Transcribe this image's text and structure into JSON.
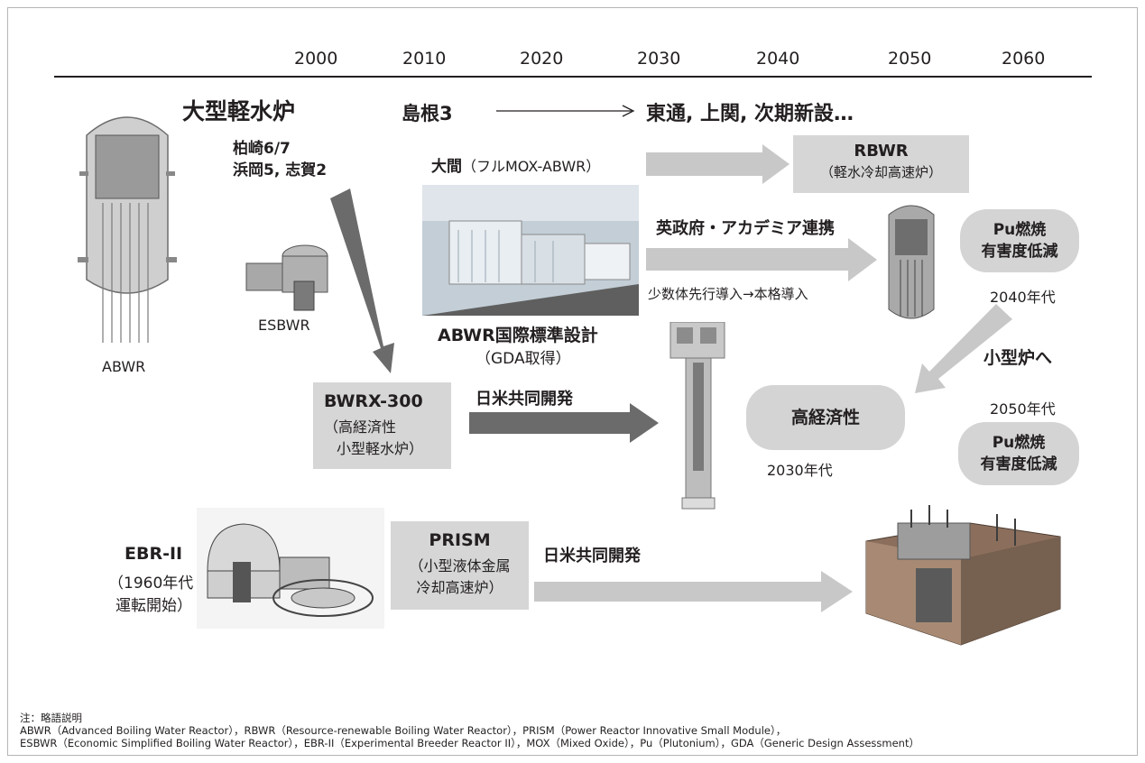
{
  "years": [
    "2000",
    "2010",
    "2020",
    "2030",
    "2040",
    "2050",
    "2060"
  ],
  "titles": {
    "large_lwr": "大型軽水炉",
    "kk": "柏崎6/7",
    "hamaoka": "浜岡5, 志賀2",
    "shimane": "島根3",
    "future_sites": "東通, 上関, 次期新設…",
    "oma_bold": "大間",
    "oma_sub": "（フルMOX-ABWR）",
    "uk_academia": "英政府・アカデミア連携",
    "phased": "少数体先行導入→本格導入",
    "abwr_std": "ABWR国際標準設計",
    "gda": "（GDA取得）",
    "to_small": "小型炉へ",
    "joint1": "日米共同開発",
    "joint2": "日米共同開発"
  },
  "boxes": {
    "rbwr_title": "RBWR",
    "rbwr_sub": "（軽水冷却高速炉）",
    "bwrx_title": "BWRX-300",
    "bwrx_sub1": "（高経済性",
    "bwrx_sub2": "小型軽水炉）",
    "prism_title": "PRISM",
    "prism_sub1": "（小型液体金属",
    "prism_sub2": "冷却高速炉）"
  },
  "pills": {
    "pu1_l1": "Pu燃焼",
    "pu1_l2": "有害度低減",
    "pu1_date": "2040年代",
    "econ": "高経済性",
    "econ_date": "2030年代",
    "pu2_date": "2050年代",
    "pu2_l1": "Pu燃焼",
    "pu2_l2": "有害度低減"
  },
  "labels": {
    "abwr": "ABWR",
    "esbwr": "ESBWR",
    "ebr": "EBR-II",
    "ebr_sub1": "（1960年代",
    "ebr_sub2": "運転開始）"
  },
  "notes": {
    "heading": "注：略語説明",
    "line1": "ABWR（Advanced Boiling Water Reactor），RBWR（Resource-renewable Boiling Water Reactor），PRISM（Power Reactor Innovative Small Module），",
    "line2": "ESBWR（Economic Simplified Boiling Water Reactor），EBR-II（Experimental Breeder Reactor II），MOX（Mixed Oxide），Pu（Plutonium），GDA（Generic Design Assessment）"
  },
  "colors": {
    "arrow_light": "#c8c8c8",
    "arrow_dark": "#6b6b6b",
    "box": "#d6d6d6",
    "text": "#231f20"
  }
}
